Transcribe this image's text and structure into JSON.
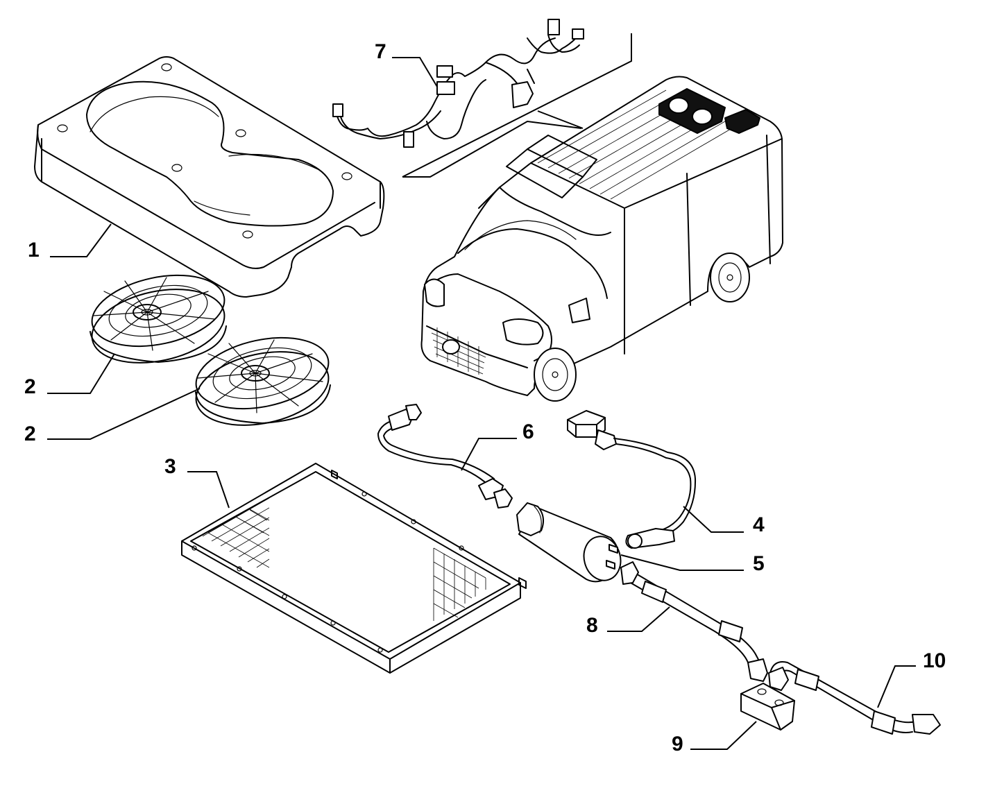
{
  "callouts": [
    {
      "id": "1",
      "label": "1"
    },
    {
      "id": "2a",
      "label": "2"
    },
    {
      "id": "2b",
      "label": "2"
    },
    {
      "id": "3",
      "label": "3"
    },
    {
      "id": "4",
      "label": "4"
    },
    {
      "id": "5",
      "label": "5"
    },
    {
      "id": "6",
      "label": "6"
    },
    {
      "id": "7",
      "label": "7"
    },
    {
      "id": "8",
      "label": "8"
    },
    {
      "id": "9",
      "label": "9"
    },
    {
      "id": "10",
      "label": "10"
    }
  ],
  "colors": {
    "line": "#000000",
    "background": "#ffffff"
  }
}
